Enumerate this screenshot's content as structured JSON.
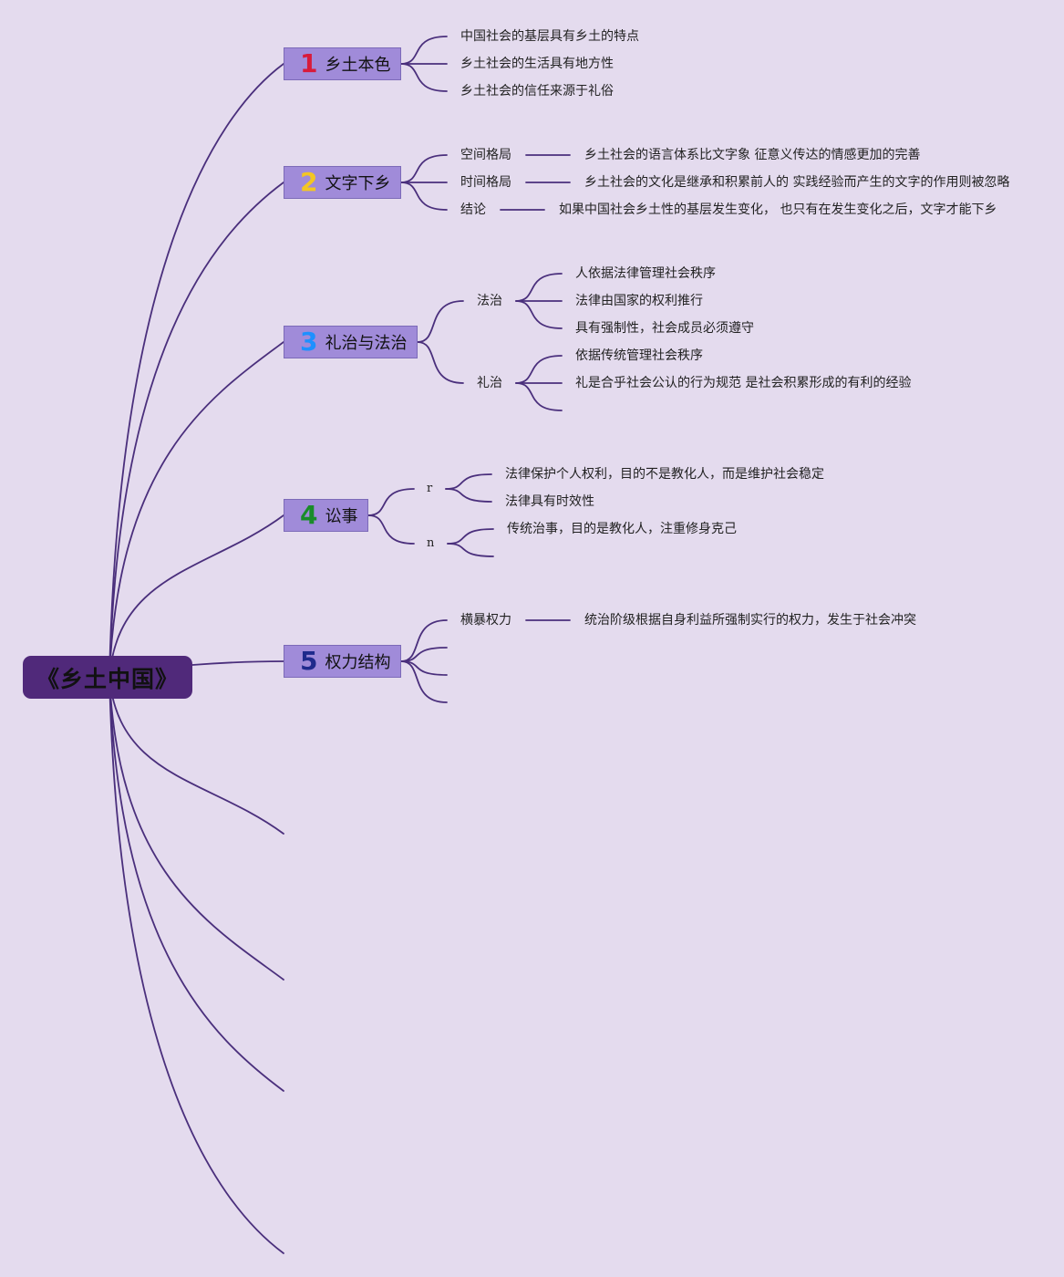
{
  "root": {
    "title": "《乡土中国》"
  },
  "topics": [
    {
      "num": "1",
      "num_color": "#d81b3b",
      "label": "乡土本色",
      "items": [
        "中国社会的基层具有乡土的特点",
        "乡土社会的生活具有地方性",
        "乡土社会的信任来源于礼俗"
      ]
    },
    {
      "num": "2",
      "num_color": "#f3c623",
      "label": "文字下乡",
      "items": [
        {
          "label": "空间格局",
          "detail": "乡土社会的语言体系比文字象 征意义传达的情感更加的完善"
        },
        {
          "label": "时间格局",
          "detail": "乡土社会的文化是继承和积累前人的 实践经验而产生的文字的作用则被忽略"
        },
        {
          "label": "结论",
          "detail": "如果中国社会乡土性的基层发生变化， 也只有在发生变化之后，文字才能下乡"
        }
      ]
    },
    {
      "num": "3",
      "num_color": "#1e90ff",
      "label": "礼治与法治",
      "groups": [
        {
          "label": "法治",
          "items": [
            "人依据法律管理社会秩序",
            "法律由国家的权利推行",
            "具有强制性，社会成员必须遵守"
          ]
        },
        {
          "label": "礼治",
          "items": [
            "依据传统管理社会秩序",
            "礼是合乎社会公认的行为规范 是社会积累形成的有利的经验",
            ""
          ]
        }
      ]
    },
    {
      "num": "4",
      "num_color": "#1a8c2a",
      "label": "讼事",
      "groups": [
        {
          "label": "r",
          "items": [
            "法律保护个人权利，目的不是教化人，而是维护社会稳定",
            "法律具有时效性"
          ]
        },
        {
          "label": "n",
          "items": [
            "传统治事，目的是教化人，注重修身克己",
            ""
          ]
        }
      ]
    },
    {
      "num": "5",
      "num_color": "#1f2a8c",
      "label": "权力结构",
      "items": [
        {
          "label": "横暴权力",
          "detail": "统治阶级根据自身利益所强制实行的权力，发生于社会冲突"
        },
        {
          "label": "",
          "detail": ""
        },
        {
          "label": "",
          "detail": ""
        },
        {
          "label": "",
          "detail": ""
        }
      ]
    }
  ],
  "colors": {
    "background": "#e4dbee",
    "root": "#50297a",
    "topic": "#a08bd9",
    "line": "#4a2f7c"
  }
}
